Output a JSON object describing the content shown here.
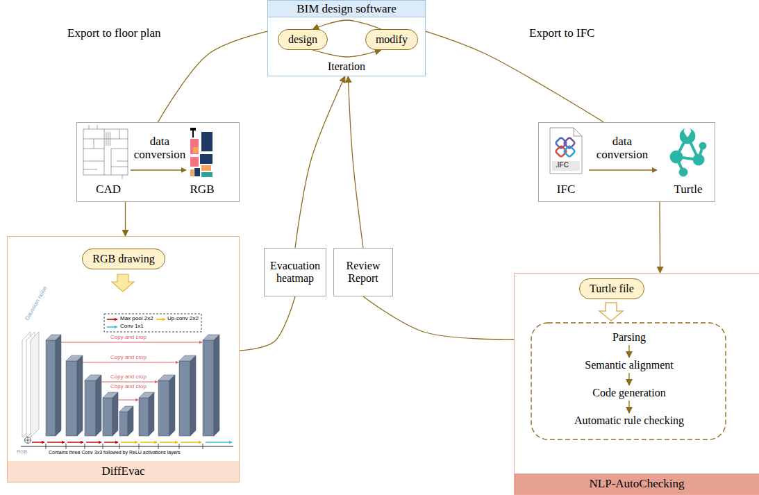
{
  "diagram": {
    "nodes": [
      {
        "text": [
          "BIM design software",
          "Iteration"
        ]
      },
      {
        "text": [
          "design"
        ],
        "in": 0
      },
      {
        "text": [
          "modify"
        ],
        "in": 0
      },
      {
        "text": [
          "CAD",
          "data conversion",
          "RGB"
        ]
      },
      {
        "text": [
          "IFC",
          "data conversion",
          "Turtle"
        ]
      },
      {
        "text": [
          "DiffEvac"
        ]
      },
      {
        "text": [
          "RGB drawing"
        ],
        "in": 5
      },
      {
        "text": [
          "Evacuation heatmap"
        ]
      },
      {
        "text": [
          "Review Report"
        ]
      },
      {
        "text": [
          "NLP-AutoChecking"
        ]
      },
      {
        "text": [
          "Turtle file"
        ],
        "in": 9
      },
      {
        "text": [
          "Parsing"
        ],
        "in": 9
      },
      {
        "text": [
          "Semantic alignment"
        ],
        "in": 9
      },
      {
        "text": [
          "Code generation"
        ],
        "in": 9
      },
      {
        "text": [
          "Automatic rule checking"
        ],
        "in": 9
      }
    ],
    "edges": [
      {
        "from": 2,
        "to": 1,
        "arrow": "to"
      },
      {
        "from": 1,
        "to": 2,
        "arrow": "to"
      },
      {
        "from": 0,
        "to": 3,
        "label": "Export to floor plan",
        "arrow": "none"
      },
      {
        "from": 0,
        "to": 4,
        "label": "Export to IFC",
        "arrow": "none"
      },
      {
        "from": 3,
        "to": 5,
        "arrow": "to"
      },
      {
        "from": 4,
        "to": 9,
        "arrow": "to"
      },
      {
        "from": 5,
        "to": 7,
        "arrow": "none"
      },
      {
        "from": 7,
        "to": 0,
        "arrow": "to"
      },
      {
        "from": 9,
        "to": 8,
        "arrow": "none"
      },
      {
        "from": 8,
        "to": 0,
        "arrow": "to"
      },
      {
        "from": 11,
        "to": 12,
        "arrow": "to"
      },
      {
        "from": 12,
        "to": 13,
        "arrow": "to"
      },
      {
        "from": 13,
        "to": 14,
        "arrow": "to"
      }
    ],
    "labels": [
      ".IFC",
      "Gaussian noise",
      "Max pool 2x2",
      "Up-conv 2x2",
      "Conv 1x1",
      "Copy and crop",
      "Copy and crop",
      "Copy and crop",
      "Copy and crop",
      "RGB",
      "Contains three Conv 3x3 followed by ReLU activations layers"
    ]
  }
}
